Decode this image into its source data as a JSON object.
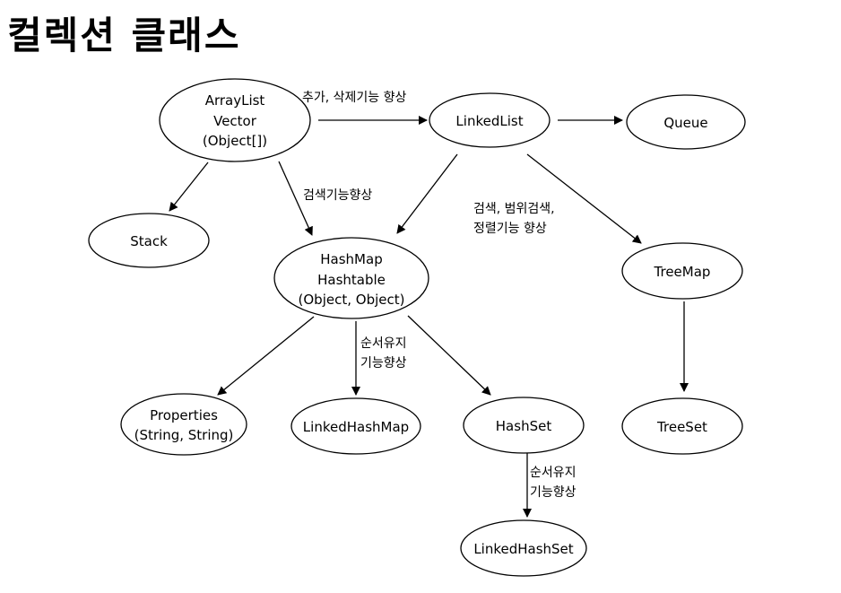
{
  "title": "컬렉션 클래스",
  "nodes": {
    "arraylist": [
      "ArrayList",
      "Vector",
      "(Object[])"
    ],
    "linkedlist": [
      "LinkedList"
    ],
    "queue": [
      "Queue"
    ],
    "stack": [
      "Stack"
    ],
    "hashmap": [
      "HashMap",
      "Hashtable",
      "(Object, Object)"
    ],
    "treemap": [
      "TreeMap"
    ],
    "properties": [
      "Properties",
      "(String, String)"
    ],
    "linkedhashmap": [
      "LinkedHashMap"
    ],
    "hashset": [
      "HashSet"
    ],
    "treeset": [
      "TreeSet"
    ],
    "linkedhashset": [
      "LinkedHashSet"
    ]
  },
  "edge_labels": {
    "add_delete": [
      "추가, 삭제기능 향상"
    ],
    "search": [
      "검색기능향상"
    ],
    "search_range_sort": [
      "검색, 범위검색,",
      "정렬기능 향상"
    ],
    "order_keep_map": [
      "순서유지",
      "기능향상"
    ],
    "order_keep_set": [
      "순서유지",
      "기능향상"
    ]
  }
}
